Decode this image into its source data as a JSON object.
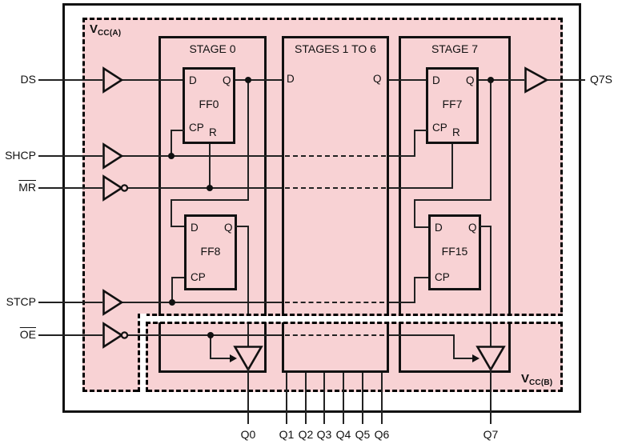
{
  "labels": {
    "vcc_a_base": "V",
    "vcc_a_sub": "CC(A)",
    "vcc_b_base": "V",
    "vcc_b_sub": "CC(B)"
  },
  "stages": [
    {
      "title": "STAGE 0"
    },
    {
      "title": "STAGES 1 TO 6"
    },
    {
      "title": "STAGE 7"
    }
  ],
  "stage_pins": {
    "d": "D",
    "q": "Q"
  },
  "flipflops": {
    "ff0": {
      "name": "FF0",
      "d": "D",
      "q": "Q",
      "cp": "CP",
      "r": "R"
    },
    "ff7": {
      "name": "FF7",
      "d": "D",
      "q": "Q",
      "cp": "CP",
      "r": "R"
    },
    "ff8": {
      "name": "FF8",
      "d": "D",
      "q": "Q",
      "cp": "CP"
    },
    "ff15": {
      "name": "FF15",
      "d": "D",
      "q": "Q",
      "cp": "CP"
    }
  },
  "inputs": {
    "ds": "DS",
    "shcp": "SHCP",
    "mr": "MR",
    "stcp": "STCP",
    "oe": "OE"
  },
  "outputs": {
    "q7s": "Q7S",
    "parallel": [
      "Q0",
      "Q1",
      "Q2",
      "Q3",
      "Q4",
      "Q5",
      "Q6",
      "Q7"
    ]
  },
  "colors": {
    "region_fill": "#f8d2d4",
    "line": "#111111",
    "background": "#ffffff"
  }
}
